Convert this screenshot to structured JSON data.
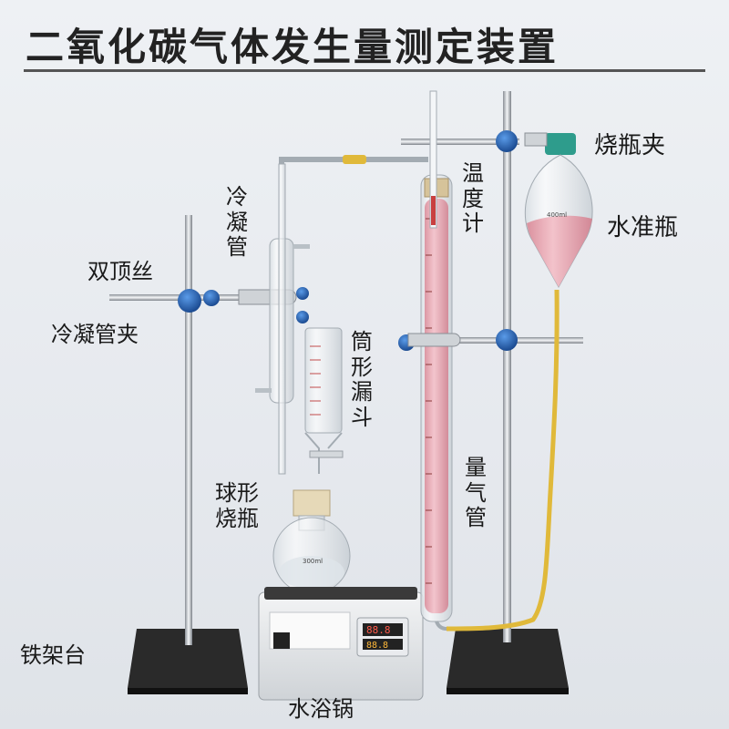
{
  "title": "二氧化碳气体发生量测定装置",
  "labels": {
    "flask_clamp": "烧瓶夹",
    "condenser": "冷凝管",
    "thermometer": "温度计",
    "leveling_bottle": "水准瓶",
    "double_clamp_holder": "双顶丝",
    "condenser_clamp": "冷凝管夹",
    "cylindrical_funnel": "筒形漏斗",
    "gas_burette": "量气管",
    "round_flask": "球形烧瓶",
    "iron_stand": "铁架台",
    "water_bath": "水浴锅"
  },
  "markings": {
    "flask_volume": "300ml",
    "bottle_volume": "400ml",
    "bath_display_top": "88.8",
    "bath_display_bottom": "88.8"
  },
  "colors": {
    "liquid": "#e8a3ad",
    "tube": "#e0b93a",
    "clamp_knob": "#1e5fb4",
    "stand_base": "#262626"
  }
}
